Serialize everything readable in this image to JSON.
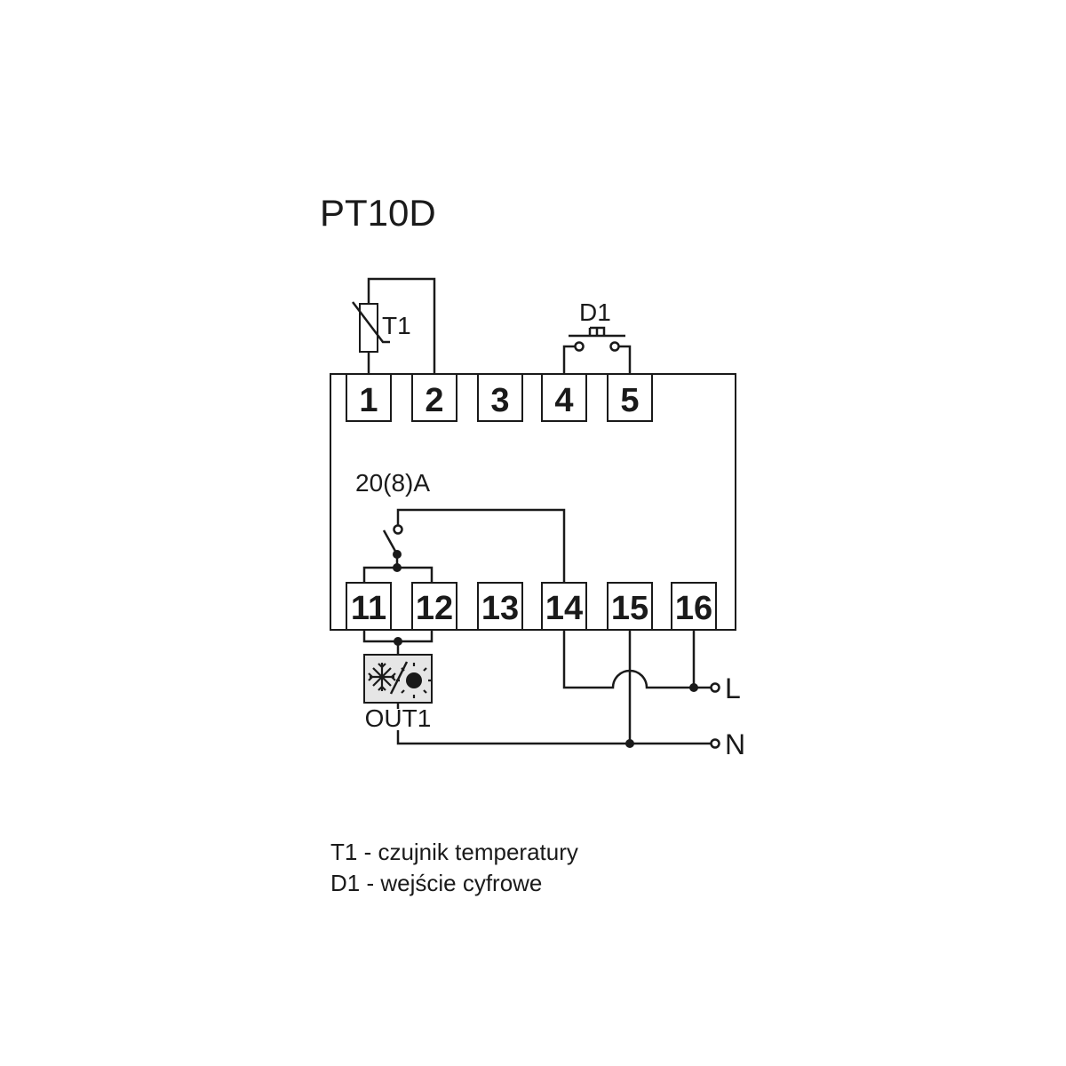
{
  "title": "PT10D",
  "sensor_label": "T1",
  "input_label": "D1",
  "relay_rating": "20(8)A",
  "output_label": "OUT1",
  "line_label_l": "L",
  "line_label_n": "N",
  "terminals_top": [
    "1",
    "2",
    "3",
    "4",
    "5"
  ],
  "terminals_bottom": [
    "11",
    "12",
    "13",
    "14",
    "15",
    "16"
  ],
  "legend": [
    "T1 - czujnik temperatury",
    "D1 - wejście cyfrowe"
  ],
  "icons": [
    "snowflake-icon",
    "sun-icon"
  ]
}
